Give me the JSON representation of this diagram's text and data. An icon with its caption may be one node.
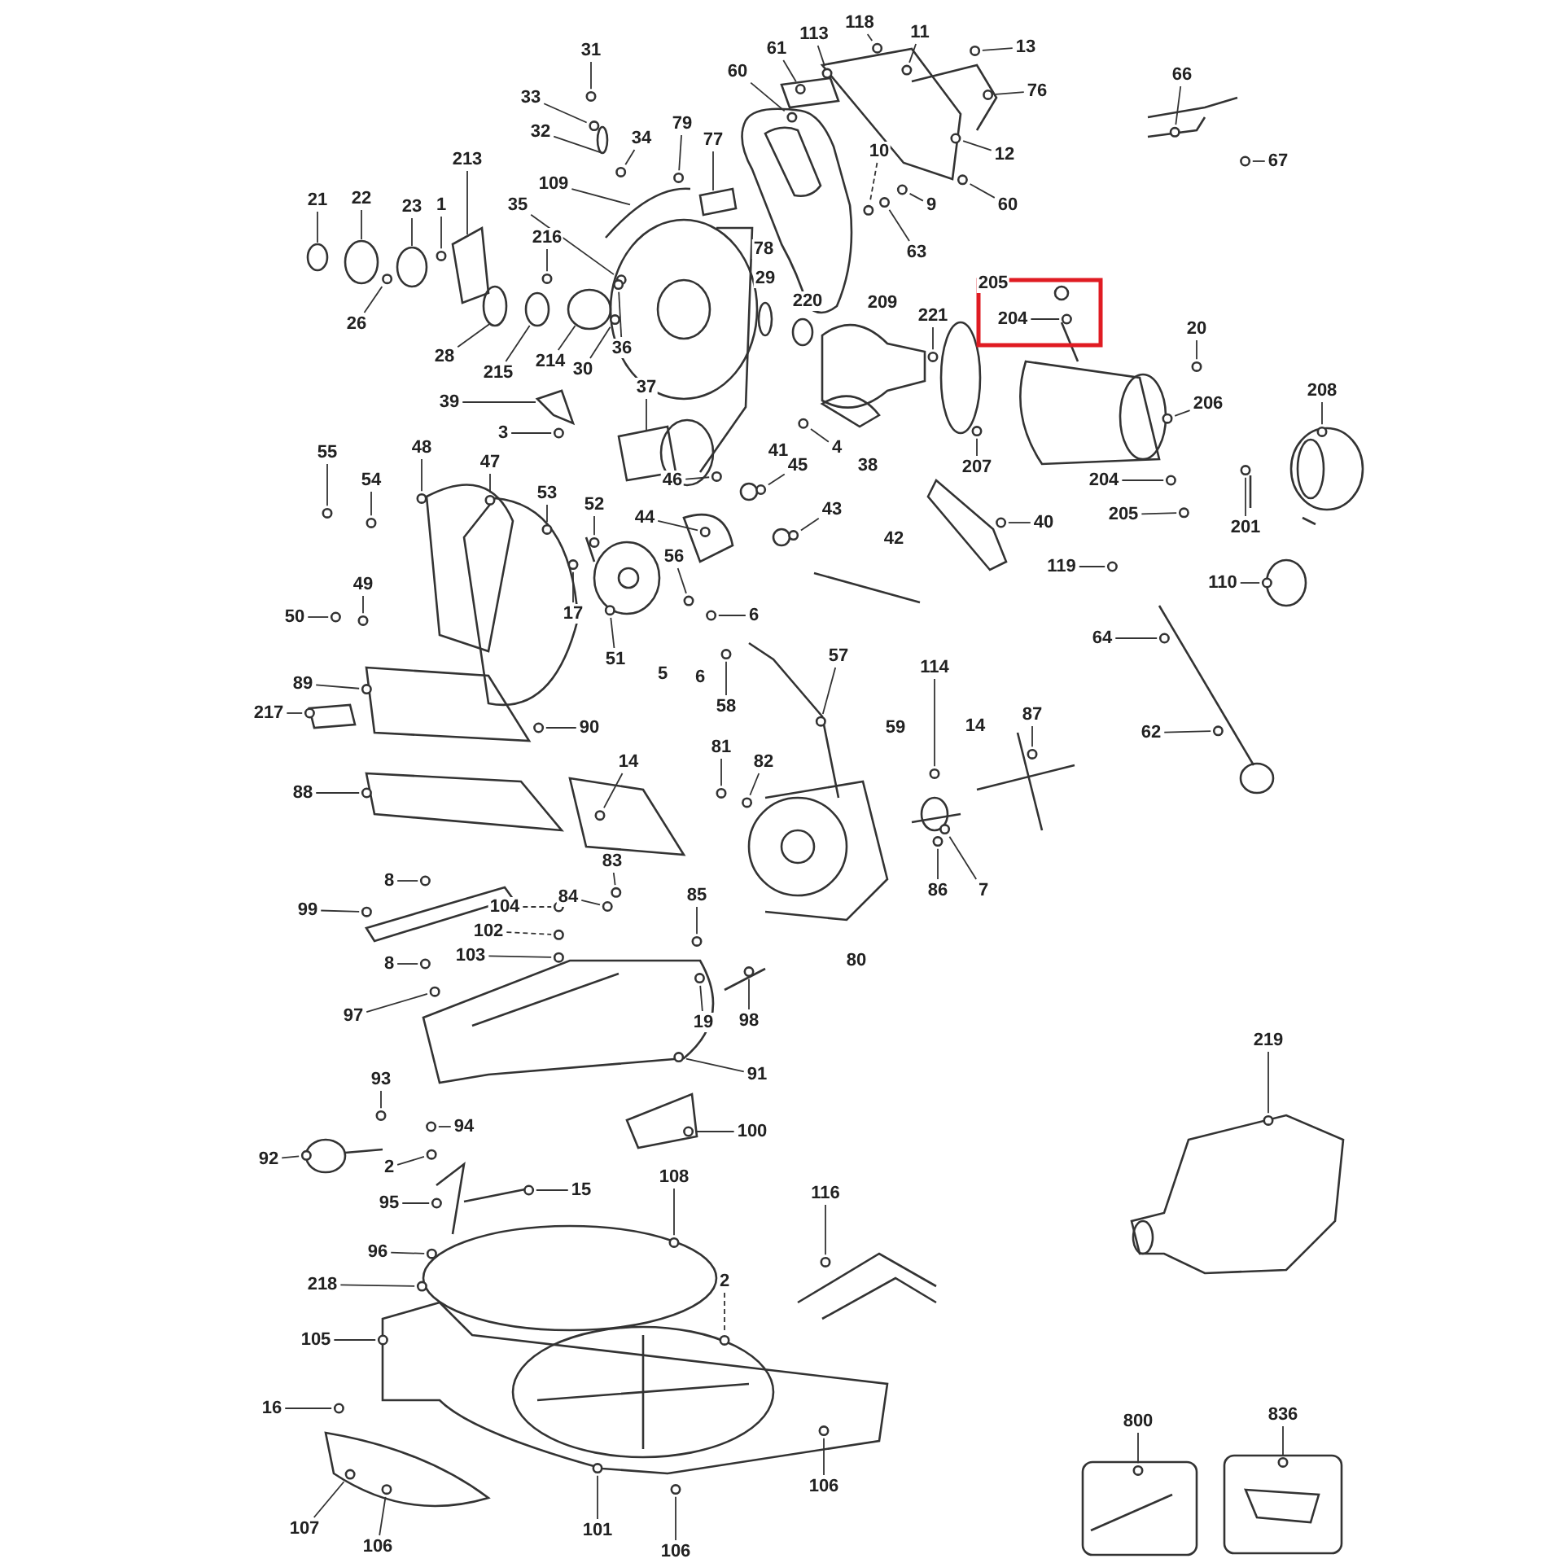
{
  "diagram": {
    "nodes": [
      {
        "text": [
          "118"
        ]
      },
      {
        "text": [
          "11"
        ]
      },
      {
        "text": [
          "113"
        ]
      },
      {
        "text": [
          "13"
        ]
      },
      {
        "text": [
          "61"
        ]
      },
      {
        "text": [
          "31"
        ]
      },
      {
        "text": [
          "60"
        ]
      },
      {
        "text": [
          "66"
        ]
      },
      {
        "text": [
          "76"
        ]
      },
      {
        "text": [
          "33"
        ]
      },
      {
        "text": [
          "79"
        ]
      },
      {
        "text": [
          "32"
        ]
      },
      {
        "text": [
          "34"
        ]
      },
      {
        "text": [
          "77"
        ]
      },
      {
        "text": [
          "10"
        ]
      },
      {
        "text": [
          "12"
        ]
      },
      {
        "text": [
          "67"
        ]
      },
      {
        "text": [
          "213"
        ]
      },
      {
        "text": [
          "109"
        ]
      },
      {
        "text": [
          "35"
        ]
      },
      {
        "text": [
          "21"
        ]
      },
      {
        "text": [
          "22"
        ]
      },
      {
        "text": [
          "60"
        ]
      },
      {
        "text": [
          "9"
        ]
      },
      {
        "text": [
          "1"
        ]
      },
      {
        "text": [
          "23"
        ]
      },
      {
        "text": [
          "216"
        ]
      },
      {
        "text": [
          "63"
        ]
      },
      {
        "text": [
          "204"
        ]
      },
      {
        "text": [
          "221"
        ]
      },
      {
        "text": [
          "26"
        ]
      },
      {
        "text": [
          "20"
        ]
      },
      {
        "text": [
          "36"
        ]
      },
      {
        "text": [
          "28"
        ]
      },
      {
        "text": [
          "214"
        ]
      },
      {
        "text": [
          "30"
        ]
      },
      {
        "text": [
          "215"
        ]
      },
      {
        "text": [
          "37"
        ]
      },
      {
        "text": [
          "208"
        ]
      },
      {
        "text": [
          "39"
        ]
      },
      {
        "text": [
          "206"
        ]
      },
      {
        "text": [
          "3"
        ]
      },
      {
        "text": [
          "4"
        ]
      },
      {
        "text": [
          "55"
        ]
      },
      {
        "text": [
          "48"
        ]
      },
      {
        "text": [
          "207"
        ]
      },
      {
        "text": [
          "47"
        ]
      },
      {
        "text": [
          "45"
        ]
      },
      {
        "text": [
          "204"
        ]
      },
      {
        "text": [
          "46"
        ]
      },
      {
        "text": [
          "54"
        ]
      },
      {
        "text": [
          "53"
        ]
      },
      {
        "text": [
          "52"
        ]
      },
      {
        "text": [
          "43"
        ]
      },
      {
        "text": [
          "205"
        ]
      },
      {
        "text": [
          "44"
        ]
      },
      {
        "text": [
          "40"
        ]
      },
      {
        "text": [
          "201"
        ]
      },
      {
        "text": [
          "56"
        ]
      },
      {
        "text": [
          "119"
        ]
      },
      {
        "text": [
          "110"
        ]
      },
      {
        "text": [
          "49"
        ]
      },
      {
        "text": [
          "17"
        ]
      },
      {
        "text": [
          "6"
        ]
      },
      {
        "text": [
          "50"
        ]
      },
      {
        "text": [
          "64"
        ]
      },
      {
        "text": [
          "51"
        ]
      },
      {
        "text": [
          "57"
        ]
      },
      {
        "text": [
          "114"
        ]
      },
      {
        "text": [
          "89"
        ]
      },
      {
        "text": [
          "58"
        ]
      },
      {
        "text": [
          "217"
        ]
      },
      {
        "text": [
          "87"
        ]
      },
      {
        "text": [
          "90"
        ]
      },
      {
        "text": [
          "62"
        ]
      },
      {
        "text": [
          "81"
        ]
      },
      {
        "text": [
          "14"
        ]
      },
      {
        "text": [
          "82"
        ]
      },
      {
        "text": [
          "88"
        ]
      },
      {
        "text": [
          "83"
        ]
      },
      {
        "text": [
          "8"
        ]
      },
      {
        "text": [
          "86"
        ]
      },
      {
        "text": [
          "7"
        ]
      },
      {
        "text": [
          "84"
        ]
      },
      {
        "text": [
          "85"
        ]
      },
      {
        "text": [
          "104"
        ]
      },
      {
        "text": [
          "99"
        ]
      },
      {
        "text": [
          "102"
        ]
      },
      {
        "text": [
          "103"
        ]
      },
      {
        "text": [
          "8"
        ]
      },
      {
        "text": [
          "97"
        ]
      },
      {
        "text": [
          "19"
        ]
      },
      {
        "text": [
          "98"
        ]
      },
      {
        "text": [
          "219"
        ]
      },
      {
        "text": [
          "91"
        ]
      },
      {
        "text": [
          "93"
        ]
      },
      {
        "text": [
          "94"
        ]
      },
      {
        "text": [
          "100"
        ]
      },
      {
        "text": [
          "92"
        ]
      },
      {
        "text": [
          "2"
        ]
      },
      {
        "text": [
          "108"
        ]
      },
      {
        "text": [
          "15"
        ]
      },
      {
        "text": [
          "116"
        ]
      },
      {
        "text": [
          "95"
        ]
      },
      {
        "text": [
          "96"
        ]
      },
      {
        "text": [
          "218"
        ]
      },
      {
        "text": [
          "2"
        ]
      },
      {
        "text": [
          "105"
        ]
      },
      {
        "text": [
          "16"
        ]
      },
      {
        "text": [
          "836"
        ]
      },
      {
        "text": [
          "800"
        ]
      },
      {
        "text": [
          "106"
        ]
      },
      {
        "text": [
          "107"
        ]
      },
      {
        "text": [
          "101"
        ]
      },
      {
        "text": [
          "106"
        ]
      },
      {
        "text": [
          "106"
        ]
      },
      {
        "text": [],
        "shape": "circle"
      },
      {
        "text": [],
        "shape": "circle"
      },
      {
        "text": [],
        "shape": "circle"
      },
      {
        "text": [],
        "shape": "circle"
      },
      {
        "text": [],
        "shape": "circle"
      },
      {
        "text": [],
        "shape": "circle"
      },
      {
        "text": [],
        "shape": "circle"
      },
      {
        "text": [],
        "shape": "circle"
      },
      {
        "text": [],
        "shape": "circle"
      },
      {
        "text": [],
        "shape": "circle"
      },
      {
        "text": [],
        "shape": "circle"
      },
      {
        "text": [],
        "shape": "circle"
      },
      {
        "text": [],
        "shape": "circle"
      },
      {
        "text": [],
        "shape": "picture"
      },
      {
        "text": [],
        "shape": "circle"
      },
      {
        "text": [],
        "shape": "circle"
      },
      {
        "text": [],
        "shape": "circle"
      },
      {
        "text": [],
        "shape": "picture"
      },
      {
        "text": [],
        "shape": "picture"
      },
      {
        "text": [],
        "shape": "circle"
      },
      {
        "text": [],
        "shape": "circle"
      },
      {
        "text": [],
        "shape": "circle"
      },
      {
        "text": [],
        "shape": "circle"
      },
      {
        "text": [],
        "shape": "circle"
      },
      {
        "text": [],
        "shape": "circle"
      },
      {
        "text": [],
        "shape": "circle"
      },
      {
        "text": [],
        "shape": "circle"
      },
      {
        "text": [],
        "shape": "circle"
      },
      {
        "text": [],
        "shape": "circle"
      },
      {
        "text": [],
        "shape": "circle"
      },
      {
        "text": [],
        "shape": "circle"
      },
      {
        "text": [],
        "shape": "circle"
      },
      {
        "text": [],
        "shape": "circle"
      },
      {
        "text": [],
        "shape": "circle"
      },
      {
        "text": [],
        "shape": "circle"
      },
      {
        "text": [],
        "shape": "circle"
      },
      {
        "text": [],
        "shape": "circle"
      },
      {
        "text": [],
        "shape": "picture"
      },
      {
        "text": [],
        "shape": "circle"
      },
      {
        "text": [],
        "shape": "picture"
      },
      {
        "text": [],
        "shape": "circle"
      },
      {
        "text": [],
        "shape": "circle"
      },
      {
        "text": [],
        "shape": "circle"
      },
      {
        "text": [],
        "shape": "circle"
      },
      {
        "text": [],
        "shape": "circle"
      },
      {
        "text": [],
        "shape": "circle"
      },
      {
        "text": [],
        "shape": "circle"
      },
      {
        "text": [],
        "shape": "circle"
      },
      {
        "text": [],
        "shape": "circle"
      },
      {
        "text": [],
        "shape": "circle"
      },
      {
        "text": [],
        "shape": "circle"
      },
      {
        "text": [],
        "shape": "circle"
      },
      {
        "text": [],
        "shape": "circle"
      },
      {
        "text": [],
        "shape": "circle"
      },
      {
        "text": [],
        "shape": "circle"
      },
      {
        "text": [],
        "shape": "circle"
      },
      {
        "text": [],
        "shape": "circle"
      },
      {
        "text": [],
        "shape": "circle"
      },
      {
        "text": [],
        "shape": "circle"
      },
      {
        "text": [],
        "shape": "circle"
      },
      {
        "text": [],
        "shape": "circle"
      },
      {
        "text": [],
        "shape": "circle"
      },
      {
        "text": [],
        "shape": "circle"
      },
      {
        "text": [],
        "shape": "circle"
      },
      {
        "text": [],
        "shape": "circle"
      },
      {
        "text": [],
        "shape": "circle"
      },
      {
        "text": [],
        "shape": "circle"
      },
      {
        "text": [],
        "shape": "circle"
      },
      {
        "text": [],
        "shape": "circle"
      },
      {
        "text": [],
        "shape": "circle"
      },
      {
        "text": [],
        "shape": "circle"
      },
      {
        "text": [],
        "shape": "circle"
      },
      {
        "text": [],
        "shape": "circle"
      },
      {
        "text": [],
        "shape": "circle"
      },
      {
        "text": [],
        "shape": "circle"
      },
      {
        "text": [],
        "shape": "circle"
      },
      {
        "text": [],
        "shape": "circle"
      },
      {
        "text": [],
        "shape": "circle"
      },
      {
        "text": [],
        "shape": "circle"
      },
      {
        "text": [],
        "shape": "circle"
      },
      {
        "text": [],
        "shape": "circle"
      },
      {
        "text": [],
        "shape": "circle"
      },
      {
        "text": [],
        "shape": "circle"
      },
      {
        "text": [],
        "shape": "circle"
      },
      {
        "text": [],
        "shape": "circle"
      },
      {
        "text": [],
        "shape": "circle"
      },
      {
        "text": [],
        "shape": "circle"
      },
      {
        "text": [],
        "shape": "circle"
      },
      {
        "text": [],
        "shape": "circle"
      },
      {
        "text": [],
        "shape": "circle"
      },
      {
        "text": [],
        "shape": "circle"
      },
      {
        "text": [],
        "shape": "circle"
      },
      {
        "text": [],
        "shape": "circle"
      },
      {
        "text": [],
        "shape": "circle"
      },
      {
        "text": [],
        "shape": "circle"
      },
      {
        "text": [],
        "shape": "circle"
      },
      {
        "text": [],
        "shape": "circle"
      },
      {
        "text": [],
        "shape": "circle"
      },
      {
        "text": [],
        "shape": "circle"
      },
      {
        "text": [],
        "shape": "circle"
      },
      {
        "text": [],
        "shape": "circle"
      },
      {
        "text": [],
        "shape": "circle"
      },
      {
        "text": [],
        "shape": "circle"
      },
      {
        "text": [],
        "shape": "circle"
      },
      {
        "text": [],
        "shape": "circle"
      },
      {
        "text": [],
        "shape": "circle"
      },
      {
        "text": [],
        "shape": "circle"
      },
      {
        "text": [],
        "shape": "circle"
      },
      {
        "text": [],
        "shape": "circle"
      },
      {
        "text": [],
        "shape": "circle"
      },
      {
        "text": [],
        "shape": "circle"
      },
      {
        "text": [],
        "shape": "circle"
      },
      {
        "text": [],
        "shape": "circle"
      },
      {
        "text": [],
        "shape": "circle"
      },
      {
        "text": [],
        "shape": "circle"
      },
      {
        "text": [],
        "shape": "circle"
      },
      {
        "text": [
          "78"
        ]
      },
      {
        "text": [
          "29"
        ]
      },
      {
        "text": [
          "205"
        ]
      },
      {
        "text": [
          "220"
        ]
      },
      {
        "text": [
          "209"
        ]
      },
      {
        "text": [
          "41"
        ]
      },
      {
        "text": [
          "38"
        ]
      },
      {
        "text": [
          "42"
        ]
      },
      {
        "text": [
          "5"
        ]
      },
      {
        "text": [
          "6"
        ]
      },
      {
        "text": [
          "59"
        ]
      },
      {
        "text": [
          "14"
        ]
      },
      {
        "text": [
          "80"
        ]
      }
    ],
    "edges": [
      {
        "from": 0,
        "to": 116,
        "arrow": "none"
      },
      {
        "from": 1,
        "to": 117,
        "arrow": "none"
      },
      {
        "from": 2,
        "to": 118,
        "arrow": "none"
      },
      {
        "from": 3,
        "to": 119,
        "arrow": "none"
      },
      {
        "from": 4,
        "to": 120,
        "arrow": "none"
      },
      {
        "from": 5,
        "to": 121,
        "arrow": "none"
      },
      {
        "from": 6,
        "to": 122,
        "arrow": "none"
      },
      {
        "from": 7,
        "to": 123,
        "arrow": "none"
      },
      {
        "from": 8,
        "to": 124,
        "arrow": "none"
      },
      {
        "from": 9,
        "to": 125,
        "arrow": "none"
      },
      {
        "from": 10,
        "to": 126,
        "arrow": "none"
      },
      {
        "from": 11,
        "to": 127,
        "arrow": "none"
      },
      {
        "from": 12,
        "to": 128,
        "arrow": "none"
      },
      {
        "from": 13,
        "to": 129,
        "arrow": "none"
      },
      {
        "from": 14,
        "to": 130,
        "arrow": "none",
        "style": "dashed"
      },
      {
        "from": 15,
        "to": 131,
        "arrow": "none"
      },
      {
        "from": 16,
        "to": 132,
        "arrow": "none"
      },
      {
        "from": 17,
        "to": 133,
        "arrow": "none"
      },
      {
        "from": 18,
        "to": 134,
        "arrow": "none"
      },
      {
        "from": 19,
        "to": 135,
        "arrow": "none"
      },
      {
        "from": 20,
        "to": 136,
        "arrow": "none"
      },
      {
        "from": 21,
        "to": 137,
        "arrow": "none"
      },
      {
        "from": 22,
        "to": 138,
        "arrow": "none"
      },
      {
        "from": 23,
        "to": 139,
        "arrow": "none"
      },
      {
        "from": 24,
        "to": 140,
        "arrow": "none"
      },
      {
        "from": 25,
        "to": 141,
        "arrow": "none"
      },
      {
        "from": 26,
        "to": 142,
        "arrow": "none"
      },
      {
        "from": 27,
        "to": 143,
        "arrow": "none"
      },
      {
        "from": 28,
        "to": 144,
        "arrow": "none"
      },
      {
        "from": 29,
        "to": 145,
        "arrow": "none"
      },
      {
        "from": 30,
        "to": 146,
        "arrow": "none"
      },
      {
        "from": 31,
        "to": 147,
        "arrow": "none"
      },
      {
        "from": 32,
        "to": 148,
        "arrow": "none"
      },
      {
        "from": 33,
        "to": 149,
        "arrow": "none"
      },
      {
        "from": 34,
        "to": 150,
        "arrow": "none"
      },
      {
        "from": 35,
        "to": 151,
        "arrow": "none"
      },
      {
        "from": 36,
        "to": 152,
        "arrow": "none"
      },
      {
        "from": 37,
        "to": 153,
        "arrow": "none"
      },
      {
        "from": 38,
        "to": 154,
        "arrow": "none"
      },
      {
        "from": 39,
        "to": 155,
        "arrow": "none"
      },
      {
        "from": 40,
        "to": 156,
        "arrow": "none"
      },
      {
        "from": 41,
        "to": 157,
        "arrow": "none"
      },
      {
        "from": 42,
        "to": 158,
        "arrow": "none"
      },
      {
        "from": 43,
        "to": 159,
        "arrow": "none"
      },
      {
        "from": 44,
        "to": 160,
        "arrow": "none"
      },
      {
        "from": 45,
        "to": 161,
        "arrow": "none"
      },
      {
        "from": 46,
        "to": 162,
        "arrow": "none"
      },
      {
        "from": 47,
        "to": 163,
        "arrow": "none"
      },
      {
        "from": 48,
        "to": 164,
        "arrow": "none"
      },
      {
        "from": 49,
        "to": 165,
        "arrow": "none"
      },
      {
        "from": 50,
        "to": 166,
        "arrow": "none"
      },
      {
        "from": 51,
        "to": 167,
        "arrow": "none"
      },
      {
        "from": 52,
        "to": 168,
        "arrow": "none"
      },
      {
        "from": 53,
        "to": 169,
        "arrow": "none"
      },
      {
        "from": 54,
        "to": 170,
        "arrow": "none"
      },
      {
        "from": 55,
        "to": 171,
        "arrow": "none"
      },
      {
        "from": 56,
        "to": 172,
        "arrow": "none"
      },
      {
        "from": 57,
        "to": 173,
        "arrow": "none"
      },
      {
        "from": 58,
        "to": 174,
        "arrow": "none"
      },
      {
        "from": 59,
        "to": 175,
        "arrow": "none"
      },
      {
        "from": 60,
        "to": 176,
        "arrow": "none"
      },
      {
        "from": 61,
        "to": 177,
        "arrow": "none"
      },
      {
        "from": 62,
        "to": 178,
        "arrow": "none"
      },
      {
        "from": 63,
        "to": 179,
        "arrow": "none"
      },
      {
        "from": 64,
        "to": 180,
        "arrow": "none"
      },
      {
        "from": 65,
        "to": 181,
        "arrow": "none"
      },
      {
        "from": 66,
        "to": 182,
        "arrow": "none"
      },
      {
        "from": 67,
        "to": 183,
        "arrow": "none"
      },
      {
        "from": 68,
        "to": 184,
        "arrow": "none"
      },
      {
        "from": 69,
        "to": 185,
        "arrow": "none"
      },
      {
        "from": 70,
        "to": 186,
        "arrow": "none"
      },
      {
        "from": 71,
        "to": 187,
        "arrow": "none"
      },
      {
        "from": 72,
        "to": 188,
        "arrow": "none"
      },
      {
        "from": 73,
        "to": 189,
        "arrow": "none"
      },
      {
        "from": 74,
        "to": 190,
        "arrow": "none"
      },
      {
        "from": 75,
        "to": 191,
        "arrow": "none"
      },
      {
        "from": 76,
        "to": 192,
        "arrow": "none"
      },
      {
        "from": 77,
        "to": 193,
        "arrow": "none"
      },
      {
        "from": 78,
        "to": 194,
        "arrow": "none"
      },
      {
        "from": 79,
        "to": 195,
        "arrow": "none"
      },
      {
        "from": 80,
        "to": 196,
        "arrow": "none"
      },
      {
        "from": 81,
        "to": 197,
        "arrow": "none"
      },
      {
        "from": 82,
        "to": 198,
        "arrow": "none"
      },
      {
        "from": 83,
        "to": 199,
        "arrow": "none"
      },
      {
        "from": 84,
        "to": 200,
        "arrow": "none"
      },
      {
        "from": 85,
        "to": 201,
        "arrow": "none",
        "style": "dashed"
      },
      {
        "from": 86,
        "to": 202,
        "arrow": "none"
      },
      {
        "from": 87,
        "to": 203,
        "arrow": "none",
        "style": "dashed"
      },
      {
        "from": 88,
        "to": 204,
        "arrow": "none"
      },
      {
        "from": 89,
        "to": 205,
        "arrow": "none"
      },
      {
        "from": 90,
        "to": 206,
        "arrow": "none"
      },
      {
        "from": 91,
        "to": 207,
        "arrow": "none"
      },
      {
        "from": 92,
        "to": 208,
        "arrow": "none"
      },
      {
        "from": 93,
        "to": 209,
        "arrow": "none"
      },
      {
        "from": 94,
        "to": 210,
        "arrow": "none"
      },
      {
        "from": 95,
        "to": 211,
        "arrow": "none"
      },
      {
        "from": 96,
        "to": 212,
        "arrow": "none"
      },
      {
        "from": 97,
        "to": 213,
        "arrow": "none"
      },
      {
        "from": 98,
        "to": 214,
        "arrow": "none"
      },
      {
        "from": 99,
        "to": 215,
        "arrow": "none"
      },
      {
        "from": 100,
        "to": 216,
        "arrow": "none"
      },
      {
        "from": 101,
        "to": 217,
        "arrow": "none"
      },
      {
        "from": 102,
        "to": 218,
        "arrow": "none"
      },
      {
        "from": 103,
        "to": 219,
        "arrow": "none"
      },
      {
        "from": 104,
        "to": 220,
        "arrow": "none"
      },
      {
        "from": 105,
        "to": 221,
        "arrow": "none"
      },
      {
        "from": 106,
        "to": 222,
        "arrow": "none",
        "style": "dashed"
      },
      {
        "from": 107,
        "to": 223,
        "arrow": "none"
      },
      {
        "from": 108,
        "to": 224,
        "arrow": "none"
      },
      {
        "from": 109,
        "to": 225,
        "arrow": "none"
      },
      {
        "from": 110,
        "to": 226,
        "arrow": "none"
      },
      {
        "from": 111,
        "to": 227,
        "arrow": "none"
      },
      {
        "from": 112,
        "to": 228,
        "arrow": "none"
      },
      {
        "from": 113,
        "to": 229,
        "arrow": "none"
      },
      {
        "from": 114,
        "to": 230,
        "arrow": "none"
      },
      {
        "from": 115,
        "to": 231,
        "arrow": "none"
      }
    ]
  }
}
